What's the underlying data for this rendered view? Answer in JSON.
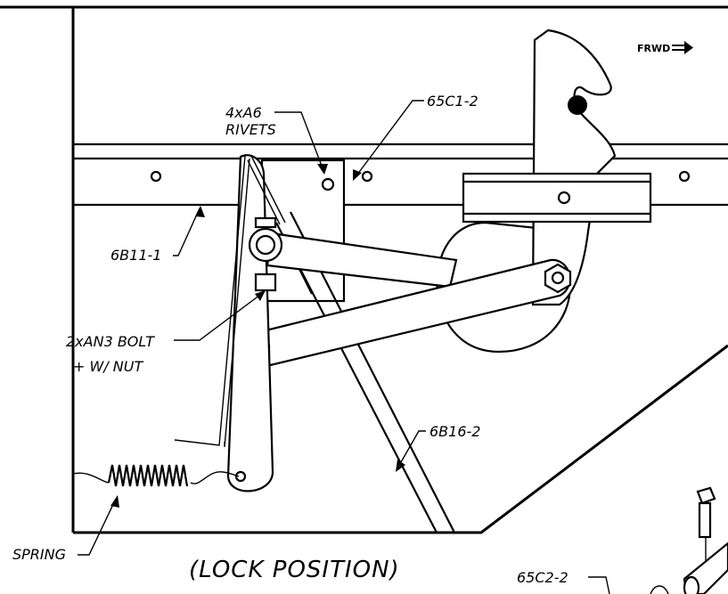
{
  "drawing": {
    "labels": {
      "rivets_line1": "4xA6",
      "rivets_line2": "RIVETS",
      "part_65c1": "65C1-2",
      "part_6b11": "6B11-1",
      "bolt_line1": "2xAN3 BOLT",
      "bolt_line2": "+ W/ NUT",
      "part_6b16": "6B16-2",
      "spring": "SPRING",
      "lock_position": "(LOCK POSITION)",
      "part_65c2": "65C2-2",
      "frwd": "FRWD"
    }
  }
}
